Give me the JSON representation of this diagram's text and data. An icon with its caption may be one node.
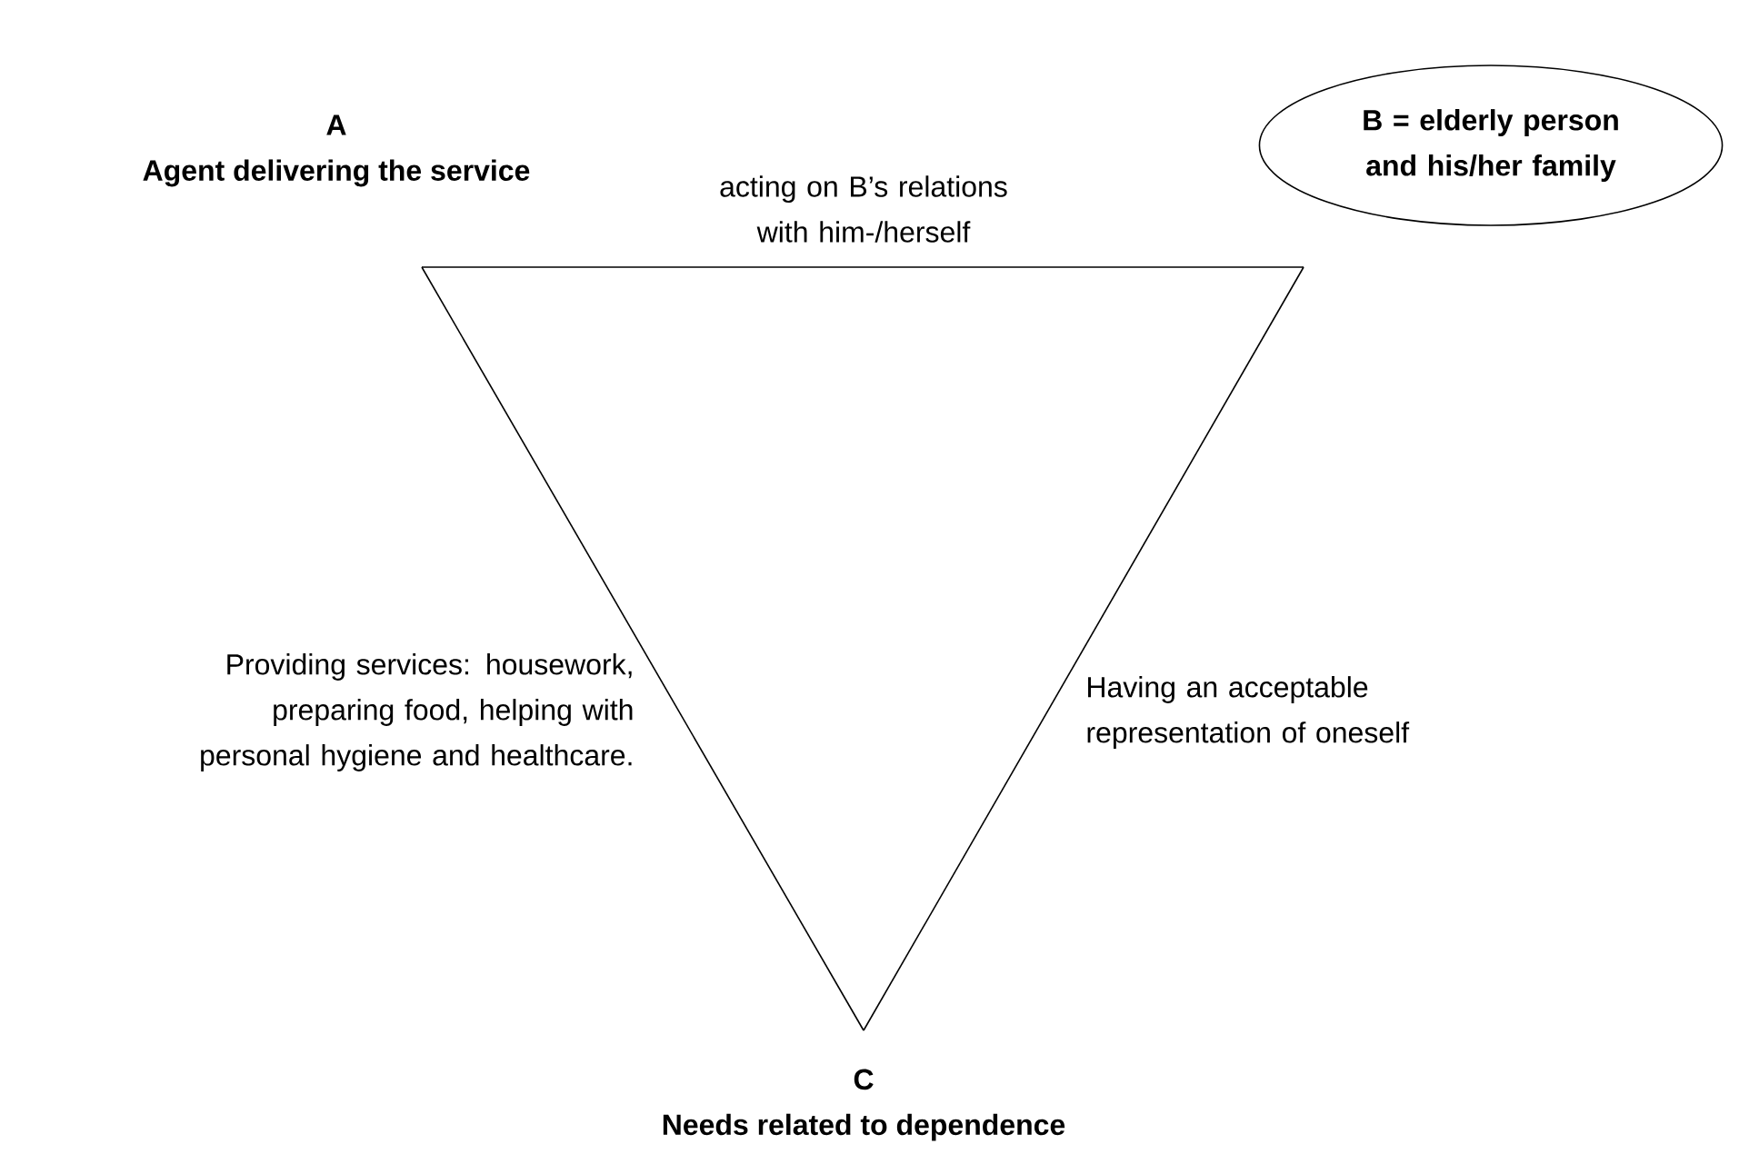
{
  "diagram": {
    "nodes": [
      {
        "text": [
          "A",
          "Agent delivering the service"
        ]
      },
      {
        "text": [
          "B = elderly person and his/her family"
        ]
      },
      {
        "text": [
          "C",
          "Needs related to dependence"
        ]
      }
    ],
    "edges": [
      {
        "from": 0,
        "to": 1,
        "arrow": "none",
        "label": "acting on B’s relations with him-/herself"
      },
      {
        "from": 0,
        "to": 2,
        "arrow": "none",
        "label": "Providing services: housework, preparing food, helping with personal hygiene and healthcare."
      },
      {
        "from": 1,
        "to": 2,
        "arrow": "none",
        "label": "Having an acceptable representation of oneself"
      }
    ]
  }
}
